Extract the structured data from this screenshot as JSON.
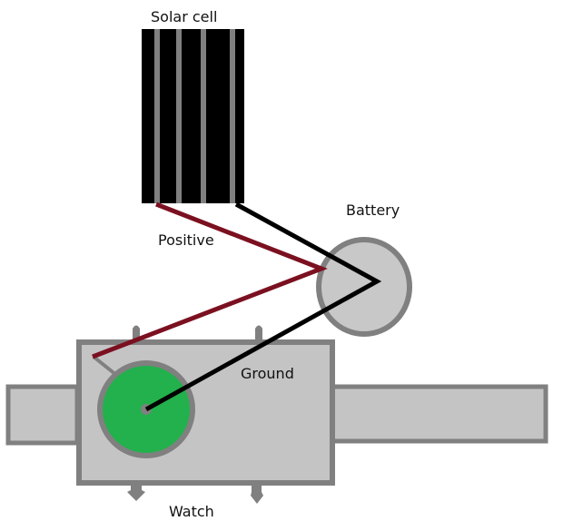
{
  "title": "Solar powered watch wiring diagram",
  "labels": {
    "solar_cell": "Solar cell",
    "battery": "Battery",
    "positive": "Positive",
    "ground": "Ground",
    "watch": "Watch"
  },
  "colors": {
    "solar_panel": "#000000",
    "solar_strip": "#808080",
    "positive_wire": "#7b1020",
    "ground_wire": "#000000",
    "battery_fill": "#c8c8c8",
    "battery_border": "#808080",
    "watch_fill": "#c4c4c4",
    "watch_border": "#808080",
    "watch_face": "#22b14c"
  },
  "components": [
    {
      "id": "solar-cell",
      "label": "Solar cell",
      "strips": 4
    },
    {
      "id": "battery",
      "label": "Battery"
    },
    {
      "id": "watch",
      "label": "Watch"
    }
  ],
  "wires": [
    {
      "name": "Positive",
      "from": "solar-cell",
      "to": "battery",
      "then": "watch",
      "color": "#7b1020"
    },
    {
      "name": "Ground",
      "from": "solar-cell",
      "to": "battery",
      "then": "watch",
      "color": "#000000"
    }
  ]
}
